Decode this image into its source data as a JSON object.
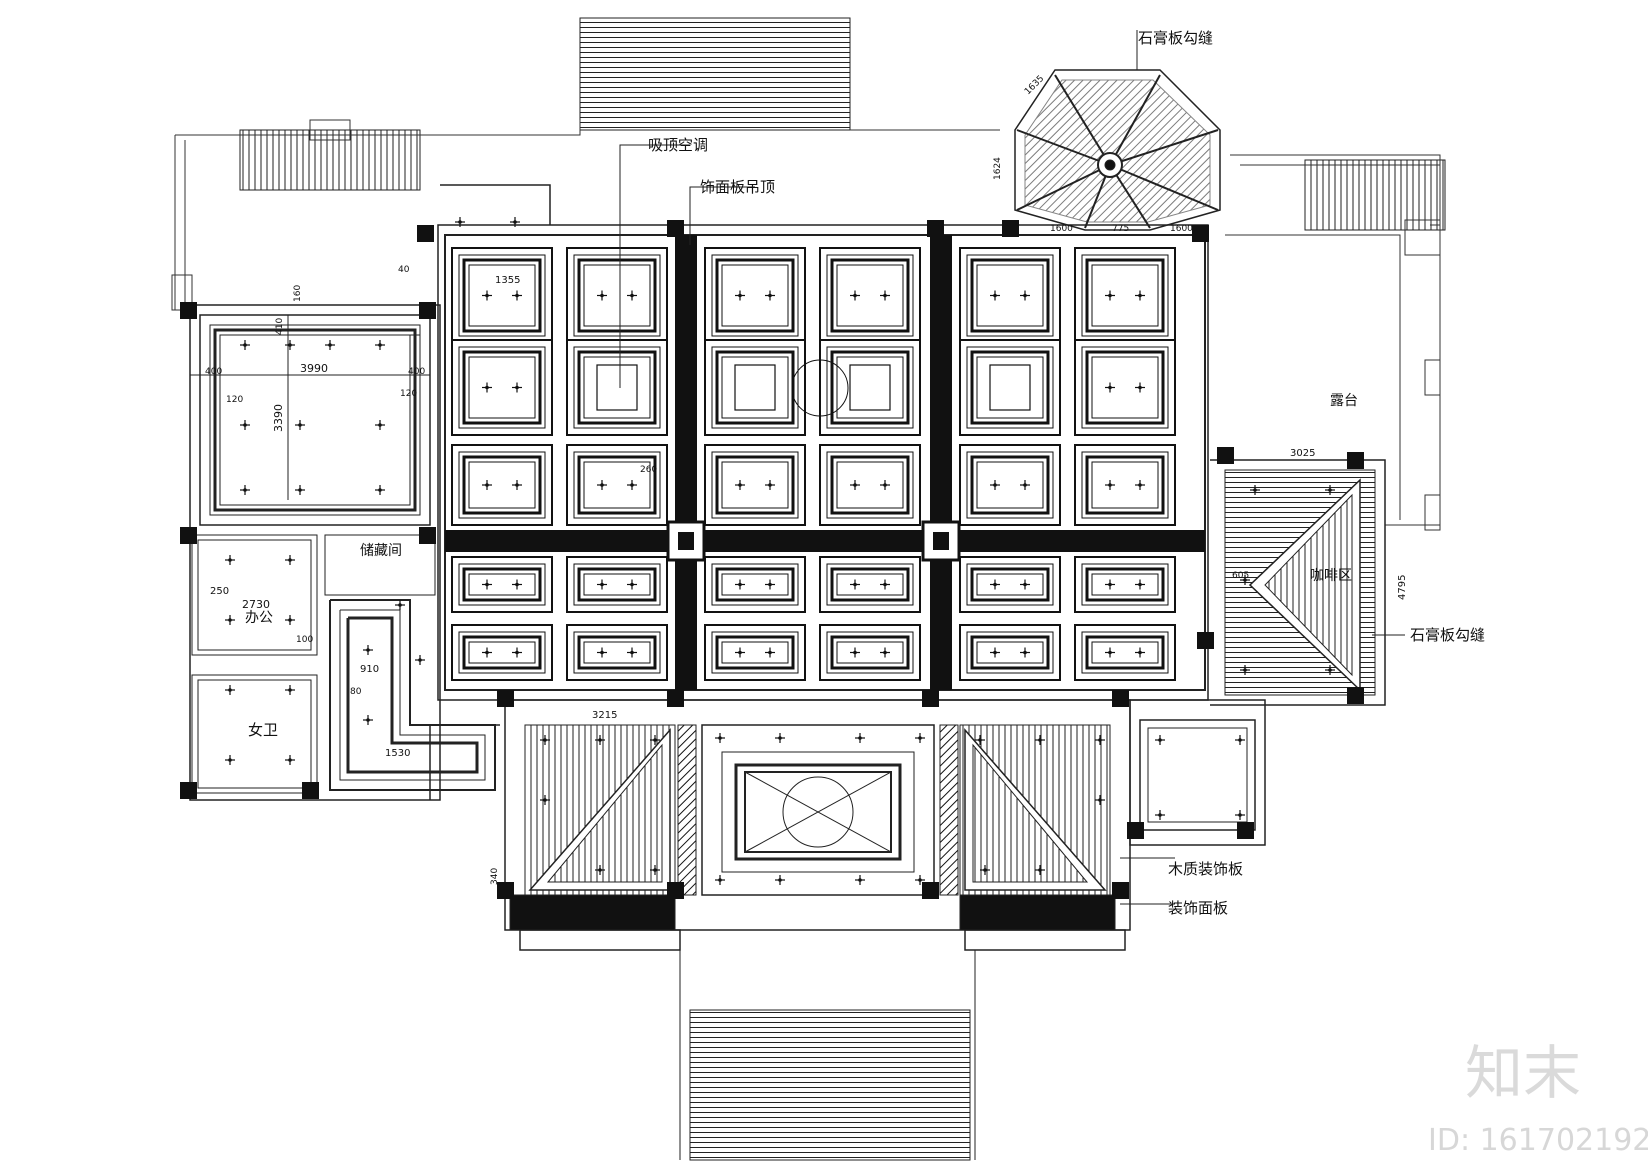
{
  "labels": {
    "suspended_ac": "吸顶空调",
    "decor_panel_ceiling": "饰面板吊顶",
    "gypsum_groove_top": "石膏板勾缝",
    "terrace": "露台",
    "storage": "储藏间",
    "office": "办公",
    "female_wc": "女卫",
    "coffee_area": "咖啡区",
    "gypsum_groove_right": "石膏板勾缝",
    "wood_decor_panel": "木质装饰板",
    "decor_panel": "装饰面板"
  },
  "dimensions": {
    "d3990": "3990",
    "d3390": "3390",
    "d2730": "2730",
    "d910": "910",
    "d1530": "1530",
    "d3215": "3215",
    "d3025": "3025",
    "d4795": "4795",
    "d1355": "1355",
    "d1600a": "1600",
    "d1600b": "1600",
    "d775": "775",
    "d1624": "1624",
    "d250": "250",
    "d120a": "120",
    "d120b": "120",
    "d400a": "400",
    "d400b": "400",
    "d40": "40",
    "d260": "260",
    "d100": "100",
    "d80": "80",
    "d340": "340",
    "d1635": "1635",
    "d605": "605",
    "d160": "160",
    "d410": "410"
  },
  "watermark": {
    "logo": "知末",
    "id": "ID: 161702192"
  }
}
